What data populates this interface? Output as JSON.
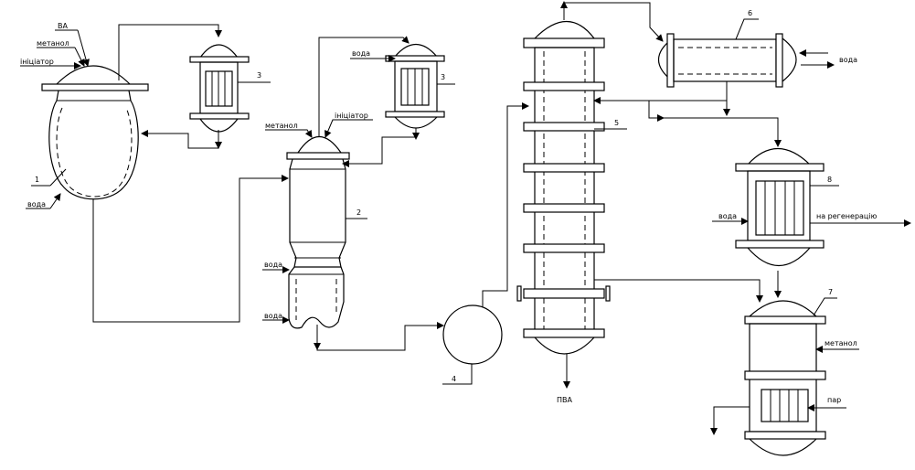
{
  "labels": {
    "va": "ВА",
    "metanol_1": "метанол",
    "initiator_1": "ініціатор",
    "voda_1": "вода",
    "num_1": "1",
    "num_3a": "3",
    "voda_2": "вода",
    "num_3b": "3",
    "metanol_2": "метанол",
    "initiator_2": "ініціатор",
    "num_2": "2",
    "voda_3": "вода",
    "voda_4": "вода",
    "num_4": "4",
    "num_5": "5",
    "pva": "ПВА",
    "num_6": "6",
    "voda_5": "вода",
    "num_8": "8",
    "voda_6": "вода",
    "regen": "на регенерацію",
    "num_7": "7",
    "metanol_3": "метанол",
    "par": "пар"
  }
}
